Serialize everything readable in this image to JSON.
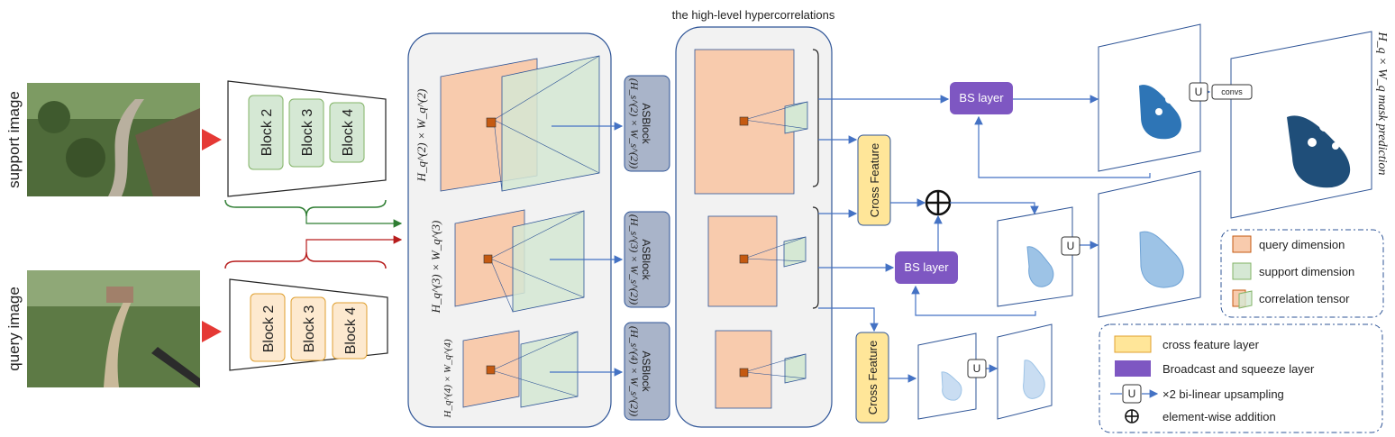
{
  "title": "the high-level hypercorrelations",
  "inputs": {
    "support_label": "support image",
    "query_label": "query image"
  },
  "encoders": {
    "support_blocks": [
      "Block 2",
      "Block 3",
      "Block 4"
    ],
    "query_blocks": [
      "Block 2",
      "Block 3",
      "Block 4"
    ]
  },
  "levels": [
    {
      "dim": "H_q^(2) × W_q^(2)",
      "asblock": "ASBlock",
      "asdim": "(H_s^(2) × W_s^(2))"
    },
    {
      "dim": "H_q^(3) × W_q^(3)",
      "asblock": "ASBlock",
      "asdim": "(H_s^(3) × W_s^(2))"
    },
    {
      "dim": "H_q^(4) × W_q^(4)",
      "asblock": "ASBlock",
      "asdim": "(H_s^(4) × W_s^(2))"
    }
  ],
  "modules": {
    "bs_layer": "BS layer",
    "cross_feature": "Cross Feature",
    "upsample": "U",
    "convs": "convs"
  },
  "output_label": "H_q × W_q mask prediction",
  "legend_top": [
    {
      "label": "query dimension",
      "color": "#f8cbad"
    },
    {
      "label": "support dimension",
      "color": "#d5e8d4"
    },
    {
      "label": "correlation tensor",
      "color": "#f8cbad"
    }
  ],
  "legend_bottom": [
    {
      "label": "cross feature layer",
      "color": "#ffe699"
    },
    {
      "label": "Broadcast and squeeze layer",
      "color": "#7e57c2"
    },
    {
      "label": "×2 bi-linear upsampling",
      "icon": "U"
    },
    {
      "label": "element-wise addition",
      "icon": "⊕"
    }
  ],
  "colors": {
    "query": "#f8cbad",
    "support": "#d5e8d4",
    "cross": "#ffe699",
    "bs": "#7e57c2",
    "asblock": "#a9b4c9",
    "arrow": "#4472c4",
    "mask_dark": "#1f4e79",
    "mask_mid": "#2e75b6",
    "mask_light": "#9dc3e6"
  }
}
